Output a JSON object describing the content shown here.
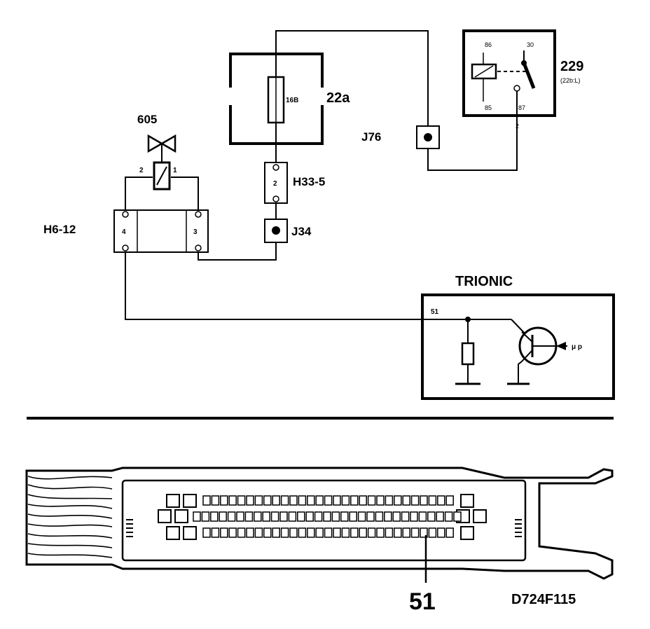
{
  "labels": {
    "valve": "605",
    "fuse_box": "22a",
    "fuse": "16B",
    "relay": "229",
    "relay_sub": "(22b:L)",
    "relay_pin_86": "86",
    "relay_pin_30": "30",
    "relay_pin_85": "85",
    "relay_pin_87": "87",
    "relay_out_pin": "2",
    "junction_j76": "J76",
    "connector_h33": "H33-5",
    "h33_pin": "2",
    "junction_j34": "J34",
    "connector_h6": "H6-12",
    "h6_pin_4": "4",
    "h6_pin_3": "3",
    "valve_pin_2": "2",
    "valve_pin_1": "1",
    "ecu": "TRIONIC",
    "ecu_pin": "51",
    "micro": "μ p",
    "pin_callout": "51",
    "figure_id": "D724F115"
  }
}
